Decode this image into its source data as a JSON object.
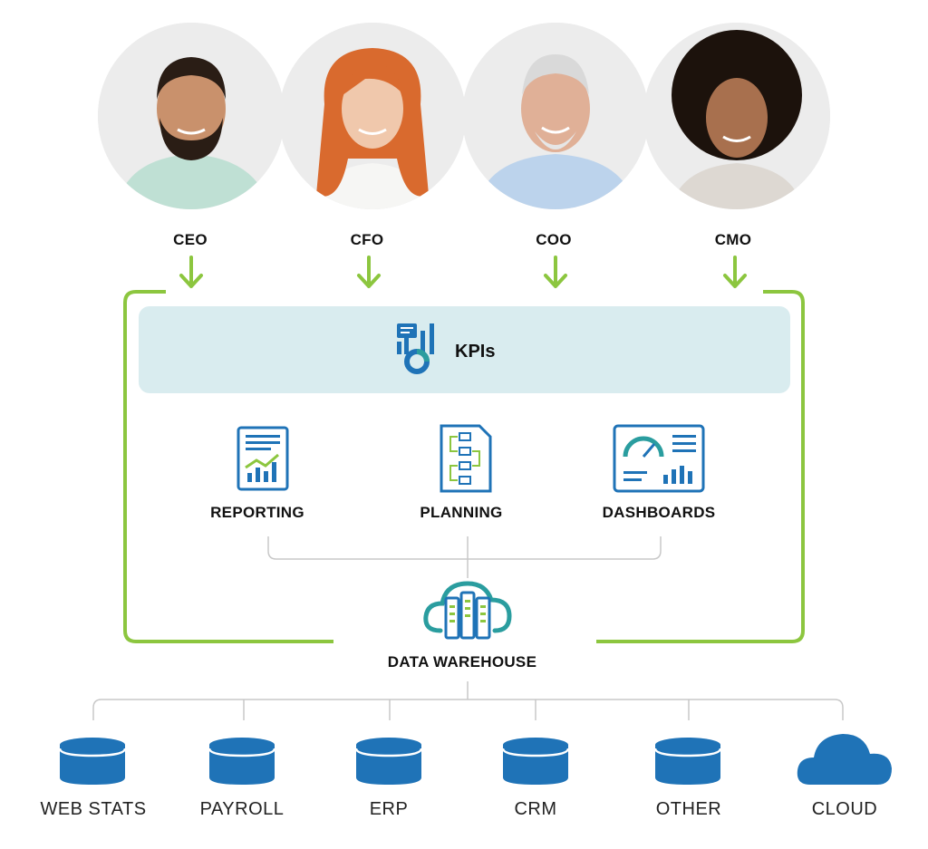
{
  "executives": [
    {
      "role": "CEO"
    },
    {
      "role": "CFO"
    },
    {
      "role": "COO"
    },
    {
      "role": "CMO"
    }
  ],
  "kpi": {
    "label": "KPIs",
    "icon": "kpi-icon"
  },
  "tools": [
    {
      "label": "REPORTING",
      "icon": "report-icon"
    },
    {
      "label": "PLANNING",
      "icon": "planning-icon"
    },
    {
      "label": "DASHBOARDS",
      "icon": "dashboard-icon"
    }
  ],
  "warehouse": {
    "label": "DATA WAREHOUSE",
    "icon": "cloud-server-icon"
  },
  "sources": [
    {
      "label": "WEB STATS",
      "icon": "database-icon"
    },
    {
      "label": "PAYROLL",
      "icon": "database-icon"
    },
    {
      "label": "ERP",
      "icon": "database-icon"
    },
    {
      "label": "CRM",
      "icon": "database-icon"
    },
    {
      "label": "OTHER",
      "icon": "database-icon"
    },
    {
      "label": "CLOUD",
      "icon": "cloud-icon"
    }
  ],
  "colors": {
    "accent_green": "#8cc63f",
    "brand_blue": "#1f73b7",
    "kpi_band": "#d9ecef",
    "connector_gray": "#c8c8c8",
    "teal": "#2a9d9f"
  }
}
